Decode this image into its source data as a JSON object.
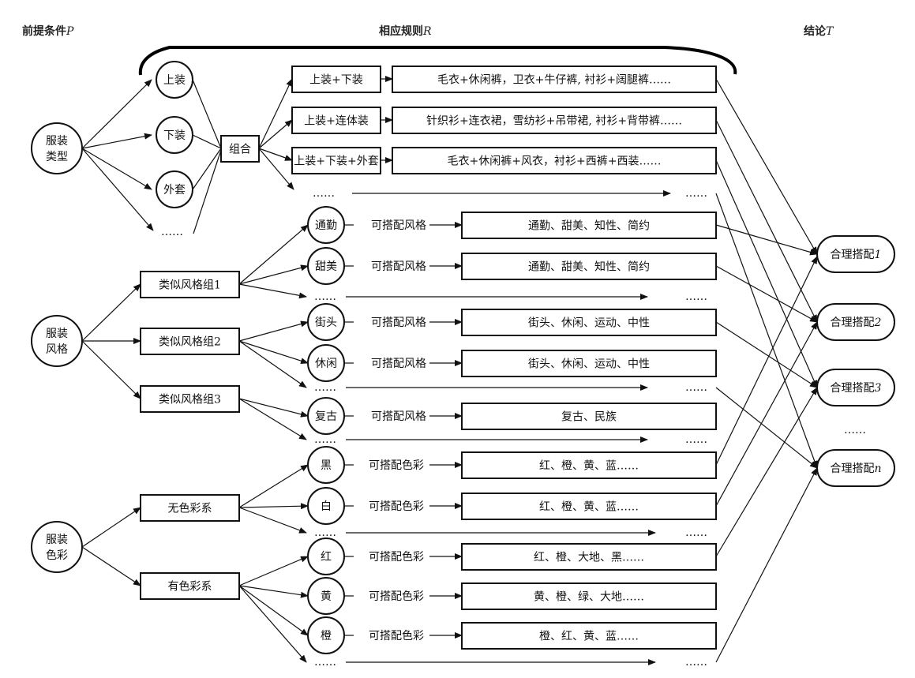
{
  "headers": {
    "premise": {
      "text": "前提条件",
      "var": "P"
    },
    "rules": {
      "text": "相应规则",
      "var": "R"
    },
    "conclusion": {
      "text": "结论",
      "var": "T"
    }
  },
  "roots": {
    "type": [
      "服装",
      "类型"
    ],
    "style": [
      "服装",
      "风格"
    ],
    "color": [
      "服装",
      "色彩"
    ]
  },
  "garment_type": {
    "parts": [
      "上装",
      "下装",
      "外套",
      "……"
    ],
    "combine_label": "组合",
    "combos": [
      {
        "label": "上装+下装",
        "examples": "毛衣+休闲裤，卫衣+牛仔裤, 衬衫+阔腿裤……"
      },
      {
        "label": "上装+连体装",
        "examples": "针织衫+连衣裙，雪纺衫+吊带裙, 衬衫+背带裤……"
      },
      {
        "label": "上装+下装+外套",
        "examples": "毛衣+休闲裤+风衣，衬衫+西裤+西装……"
      }
    ],
    "more_left": "……",
    "more_right": "……"
  },
  "style": {
    "groups": [
      "类似风格组1",
      "类似风格组2",
      "类似风格组3"
    ],
    "relation_label": "可搭配风格",
    "items": [
      {
        "name": "通勤",
        "matches": "通勤、甜美、知性、简约"
      },
      {
        "name": "甜美",
        "matches": "通勤、甜美、知性、简约"
      },
      {
        "name": "街头",
        "matches": "街头、休闲、运动、中性"
      },
      {
        "name": "休闲",
        "matches": "街头、休闲、运动、中性"
      },
      {
        "name": "复古",
        "matches": "复古、民族"
      }
    ],
    "more": "……"
  },
  "color": {
    "groups": [
      "无色彩系",
      "有色彩系"
    ],
    "relation_label": "可搭配色彩",
    "items": [
      {
        "name": "黑",
        "matches": "红、橙、黄、蓝……"
      },
      {
        "name": "白",
        "matches": "红、橙、黄、蓝……"
      },
      {
        "name": "红",
        "matches": "红、橙、大地、黑……"
      },
      {
        "name": "黄",
        "matches": "黄、橙、绿、大地……"
      },
      {
        "name": "橙",
        "matches": "橙、红、黄、蓝……"
      }
    ],
    "more": "……"
  },
  "conclusions": {
    "items": [
      {
        "text": "合理搭配",
        "var": "1"
      },
      {
        "text": "合理搭配",
        "var": "2"
      },
      {
        "text": "合理搭配",
        "var": "3"
      },
      {
        "text": "合理搭配",
        "var": "n"
      }
    ],
    "more": "……"
  }
}
